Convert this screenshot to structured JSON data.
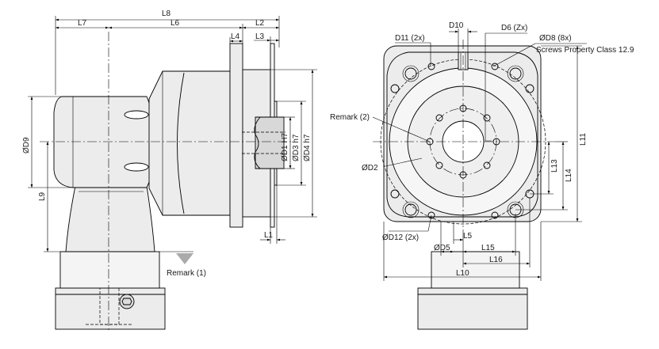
{
  "labels": {
    "L8": "L8",
    "L7": "L7",
    "L6": "L6",
    "L2": "L2",
    "L4": "L4",
    "L3": "L3",
    "L1": "L1",
    "L9": "L9",
    "D9": "ØD9",
    "D1": "ØD1 H7",
    "D3": "ØD3 h7",
    "D4": "ØD4 h7",
    "remark1": "Remark (1)",
    "D10": "D10",
    "D11": "D11 (2x)",
    "D6": "D6 (Zx)",
    "D8": "ØD8 (8x)",
    "screws": "Screws Property Class 12.9",
    "remark2": "Remark (2)",
    "D2": "ØD2",
    "L11": "L11",
    "L13": "L13",
    "L14": "L14",
    "D12": "ØD12 (2x)",
    "L5": "L5",
    "D5": "ØD5",
    "L15": "L15",
    "L16": "L16",
    "L10": "L10"
  }
}
